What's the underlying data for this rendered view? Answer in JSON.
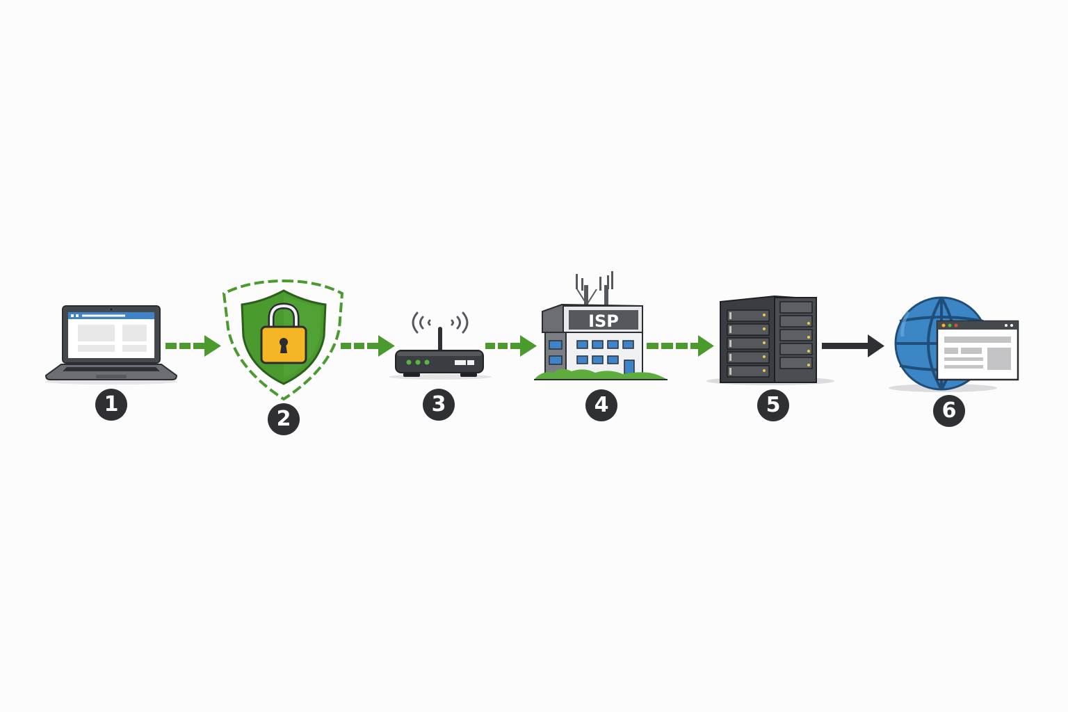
{
  "diagram": {
    "title": "",
    "colors": {
      "background": "#fdfcfd",
      "secure_arrow": "#4a9a2e",
      "plain_arrow": "#2e3034",
      "badge": "#2e3034",
      "shield": "#4a9a2e",
      "lock": "#f5b625",
      "globe": "#3d86c6"
    },
    "nodes": [
      {
        "step": "1",
        "label": "Laptop (user device)",
        "icon": "laptop-icon"
      },
      {
        "step": "2",
        "label": "VPN shield with lock",
        "icon": "shield-lock-icon"
      },
      {
        "step": "3",
        "label": "Wi-Fi router",
        "icon": "router-icon"
      },
      {
        "step": "4",
        "label": "ISP building",
        "icon": "isp-building-icon",
        "sign_text": "ISP"
      },
      {
        "step": "5",
        "label": "Server rack",
        "icon": "server-icon"
      },
      {
        "step": "6",
        "label": "Internet / website",
        "icon": "globe-browser-icon"
      }
    ],
    "edges": [
      {
        "from": "1",
        "to": "2",
        "style": "dashed",
        "color": "green"
      },
      {
        "from": "2",
        "to": "3",
        "style": "dashed",
        "color": "green"
      },
      {
        "from": "3",
        "to": "4",
        "style": "dashed",
        "color": "green"
      },
      {
        "from": "4",
        "to": "5",
        "style": "dashed",
        "color": "green"
      },
      {
        "from": "5",
        "to": "6",
        "style": "solid",
        "color": "dark"
      }
    ]
  }
}
